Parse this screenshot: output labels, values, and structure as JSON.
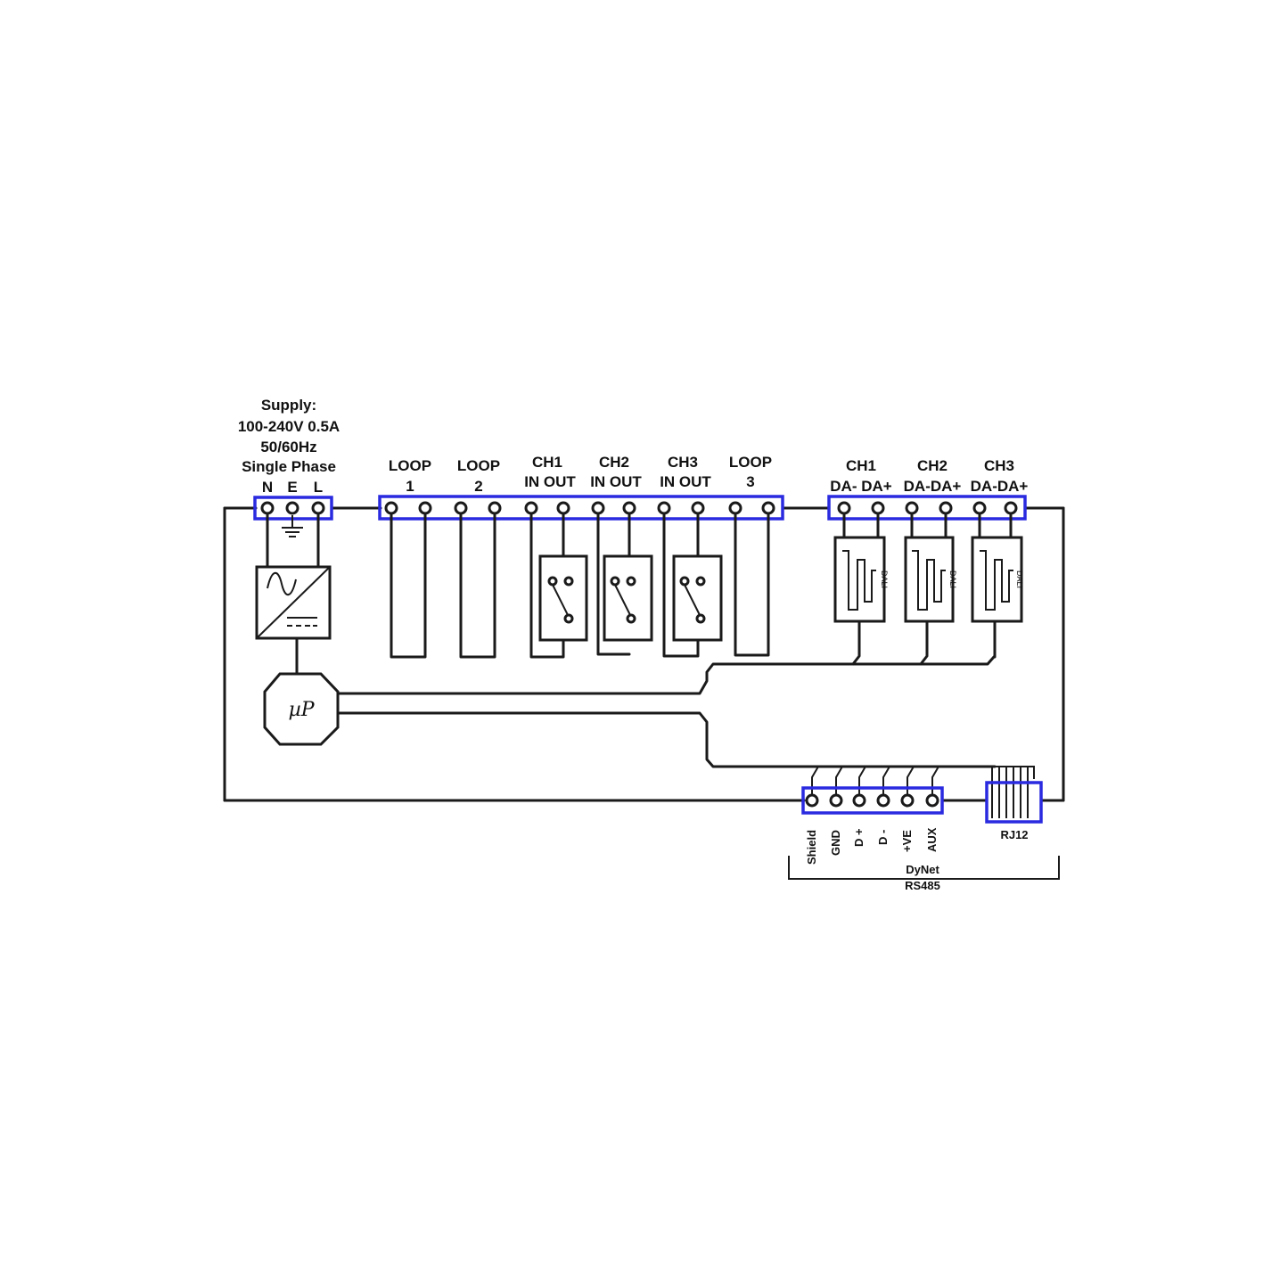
{
  "supply": {
    "lines": [
      "Supply:",
      "100-240V 0.5A",
      "50/60Hz",
      "Single Phase"
    ],
    "terminals": [
      "N",
      "E",
      "L"
    ]
  },
  "loops": [
    {
      "line1": "LOOP",
      "line2": "1"
    },
    {
      "line1": "LOOP",
      "line2": "2"
    },
    {
      "line1": "LOOP",
      "line2": "3"
    }
  ],
  "relay_channels": [
    {
      "name": "CH1",
      "terminals": "IN  OUT"
    },
    {
      "name": "CH2",
      "terminals": "IN OUT"
    },
    {
      "name": "CH3",
      "terminals": "IN OUT"
    }
  ],
  "dali_channels": [
    {
      "name": "CH1",
      "terminals": "DA- DA+",
      "device": "DALI"
    },
    {
      "name": "CH2",
      "terminals": "DA-DA+",
      "device": "DALI"
    },
    {
      "name": "CH3",
      "terminals": "DA-DA+",
      "device": "DALI"
    }
  ],
  "microprocessor": "µP",
  "dynet_terminals": [
    "Shield",
    "GND",
    "D +",
    "D -",
    "+VE",
    "AUX"
  ],
  "rj12": "RJ12",
  "bus": {
    "line1": "DyNet",
    "line2": "RS485"
  },
  "colors": {
    "strip": "#2a2ae0",
    "line": "#1a1a1a"
  }
}
